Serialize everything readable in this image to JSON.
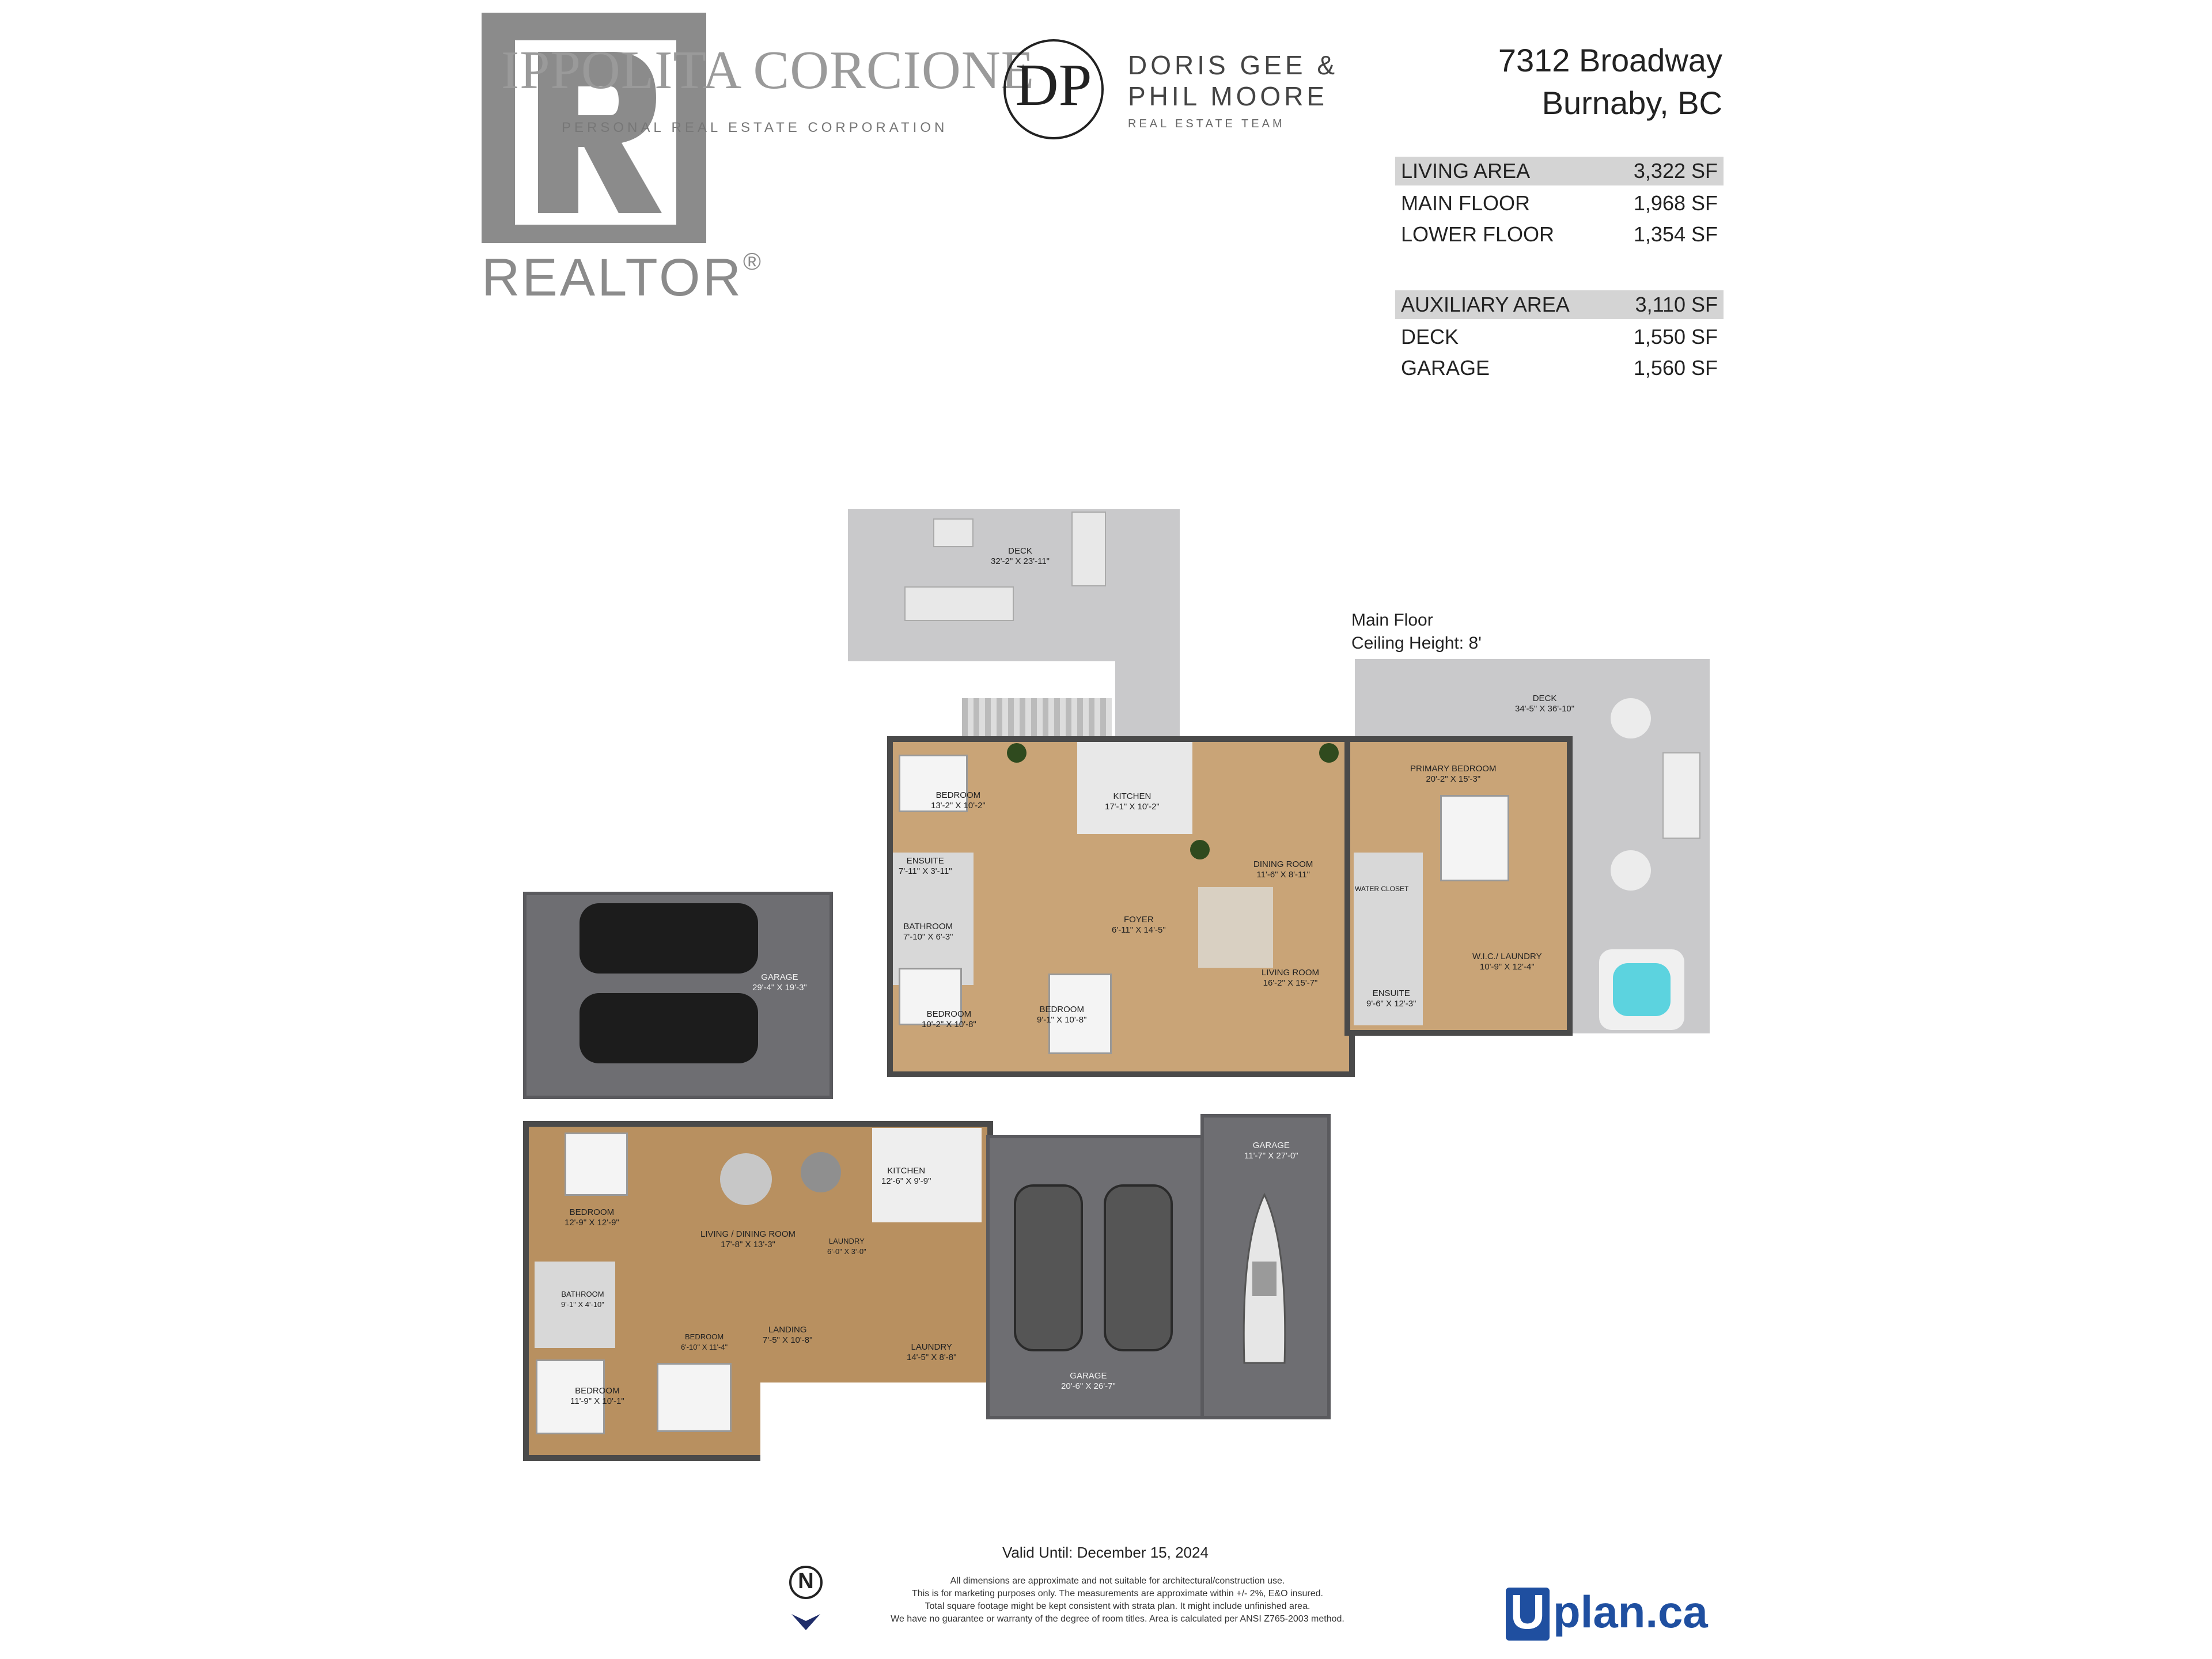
{
  "branding": {
    "realtor_word": "REALTOR",
    "realtor_reg": "®",
    "agent_name": "IPPOLITA CORCIONE",
    "agent_sub": "PERSONAL REAL ESTATE CORPORATION",
    "team_mark": "DP",
    "team_line1": "DORIS GEE &",
    "team_line2": "PHIL MOORE",
    "team_line3": "REAL ESTATE TEAM"
  },
  "address": {
    "line1": "7312 Broadway",
    "line2": "Burnaby, BC"
  },
  "areas": {
    "living": [
      {
        "label": "LIVING AREA",
        "value": "3,322 SF"
      },
      {
        "label": "MAIN FLOOR",
        "value": "1,968 SF"
      },
      {
        "label": "LOWER FLOOR",
        "value": "1,354 SF"
      }
    ],
    "auxiliary": [
      {
        "label": "AUXILIARY AREA",
        "value": "3,110 SF"
      },
      {
        "label": "DECK",
        "value": "1,550 SF"
      },
      {
        "label": "GARAGE",
        "value": "1,560 SF"
      }
    ]
  },
  "floor_title": {
    "line1": "Main Floor",
    "line2": "Ceiling Height: 8'"
  },
  "main_floor_rooms": {
    "deck_top": {
      "name": "DECK",
      "dims": "32'-2\" X 23'-11\""
    },
    "deck_right": {
      "name": "DECK",
      "dims": "34'-5\" X 36'-10\""
    },
    "bedroom1": {
      "name": "BEDROOM",
      "dims": "13'-2\" X 10'-2\""
    },
    "kitchen": {
      "name": "KITCHEN",
      "dims": "17'-1\" X 10'-2\""
    },
    "dining": {
      "name": "DINING ROOM",
      "dims": "11'-6\" X 8'-11\""
    },
    "primary": {
      "name": "PRIMARY BEDROOM",
      "dims": "20'-2\" X 15'-3\""
    },
    "ensuite1": {
      "name": "ENSUITE",
      "dims": "7'-11\" X 3'-11\""
    },
    "bathroom": {
      "name": "BATHROOM",
      "dims": "7'-10\" X 6'-3\""
    },
    "foyer": {
      "name": "FOYER",
      "dims": "6'-11\" X 14'-5\""
    },
    "water_closet": {
      "name": "WATER CLOSET",
      "dims": ""
    },
    "living": {
      "name": "LIVING ROOM",
      "dims": "16'-2\" X 15'-7\""
    },
    "bedroom2": {
      "name": "BEDROOM",
      "dims": "10'-2\" X 10'-8\""
    },
    "bedroom3": {
      "name": "BEDROOM",
      "dims": "9'-1\" X 10'-8\""
    },
    "ensuite2": {
      "name": "ENSUITE",
      "dims": "9'-6\" X 12'-3\""
    },
    "wic": {
      "name": "W.I.C./ LAUNDRY",
      "dims": "10'-9\" X 12'-4\""
    },
    "garage": {
      "name": "GARAGE",
      "dims": "29'-4\" X 19'-3\""
    }
  },
  "lower_floor_rooms": {
    "bedroom1": {
      "name": "BEDROOM",
      "dims": "12'-9\" X 12'-9\""
    },
    "living_dining": {
      "name": "LIVING / DINING ROOM",
      "dims": "17'-8\" X 13'-3\""
    },
    "kitchen": {
      "name": "KITCHEN",
      "dims": "12'-6\" X 9'-9\""
    },
    "laundry_small": {
      "name": "LAUNDRY",
      "dims": "6'-0\" X 3'-0\""
    },
    "bathroom": {
      "name": "BATHROOM",
      "dims": "9'-1\" X 4'-10\""
    },
    "bedroom2": {
      "name": "BEDROOM",
      "dims": "6'-10\" X 11'-4\""
    },
    "landing": {
      "name": "LANDING",
      "dims": "7'-5\" X 10'-8\""
    },
    "laundry": {
      "name": "LAUNDRY",
      "dims": "14'-5\" X 8'-8\""
    },
    "bedroom3": {
      "name": "BEDROOM",
      "dims": "11'-9\" X 10'-1\""
    },
    "garage_large": {
      "name": "GARAGE",
      "dims": "20'-6\" X 26'-7\""
    },
    "garage_boat": {
      "name": "GARAGE",
      "dims": "11'-7\" X 27'-0\""
    }
  },
  "footer": {
    "valid": "Valid Until: December 15, 2024",
    "north": "N",
    "disclaimer": [
      "All dimensions are approximate and not suitable for architectural/construction use.",
      "This is for marketing purposes only. The measurements are approximate within +/- 2%, E&O insured.",
      "Total square footage might be kept consistent with strata plan. It might include unfinished area.",
      "We have no guarantee or warranty of the degree of room titles. Area is calculated per ANSI Z765-2003 method."
    ],
    "logo_u": "U",
    "logo_rest": "plan.ca"
  },
  "colors": {
    "wood": "#c9a477",
    "deck": "#c9c9cb",
    "garage": "#6e6e72",
    "brand_blue": "#1f4fa0",
    "realtor_gray": "#8b8b8b"
  }
}
